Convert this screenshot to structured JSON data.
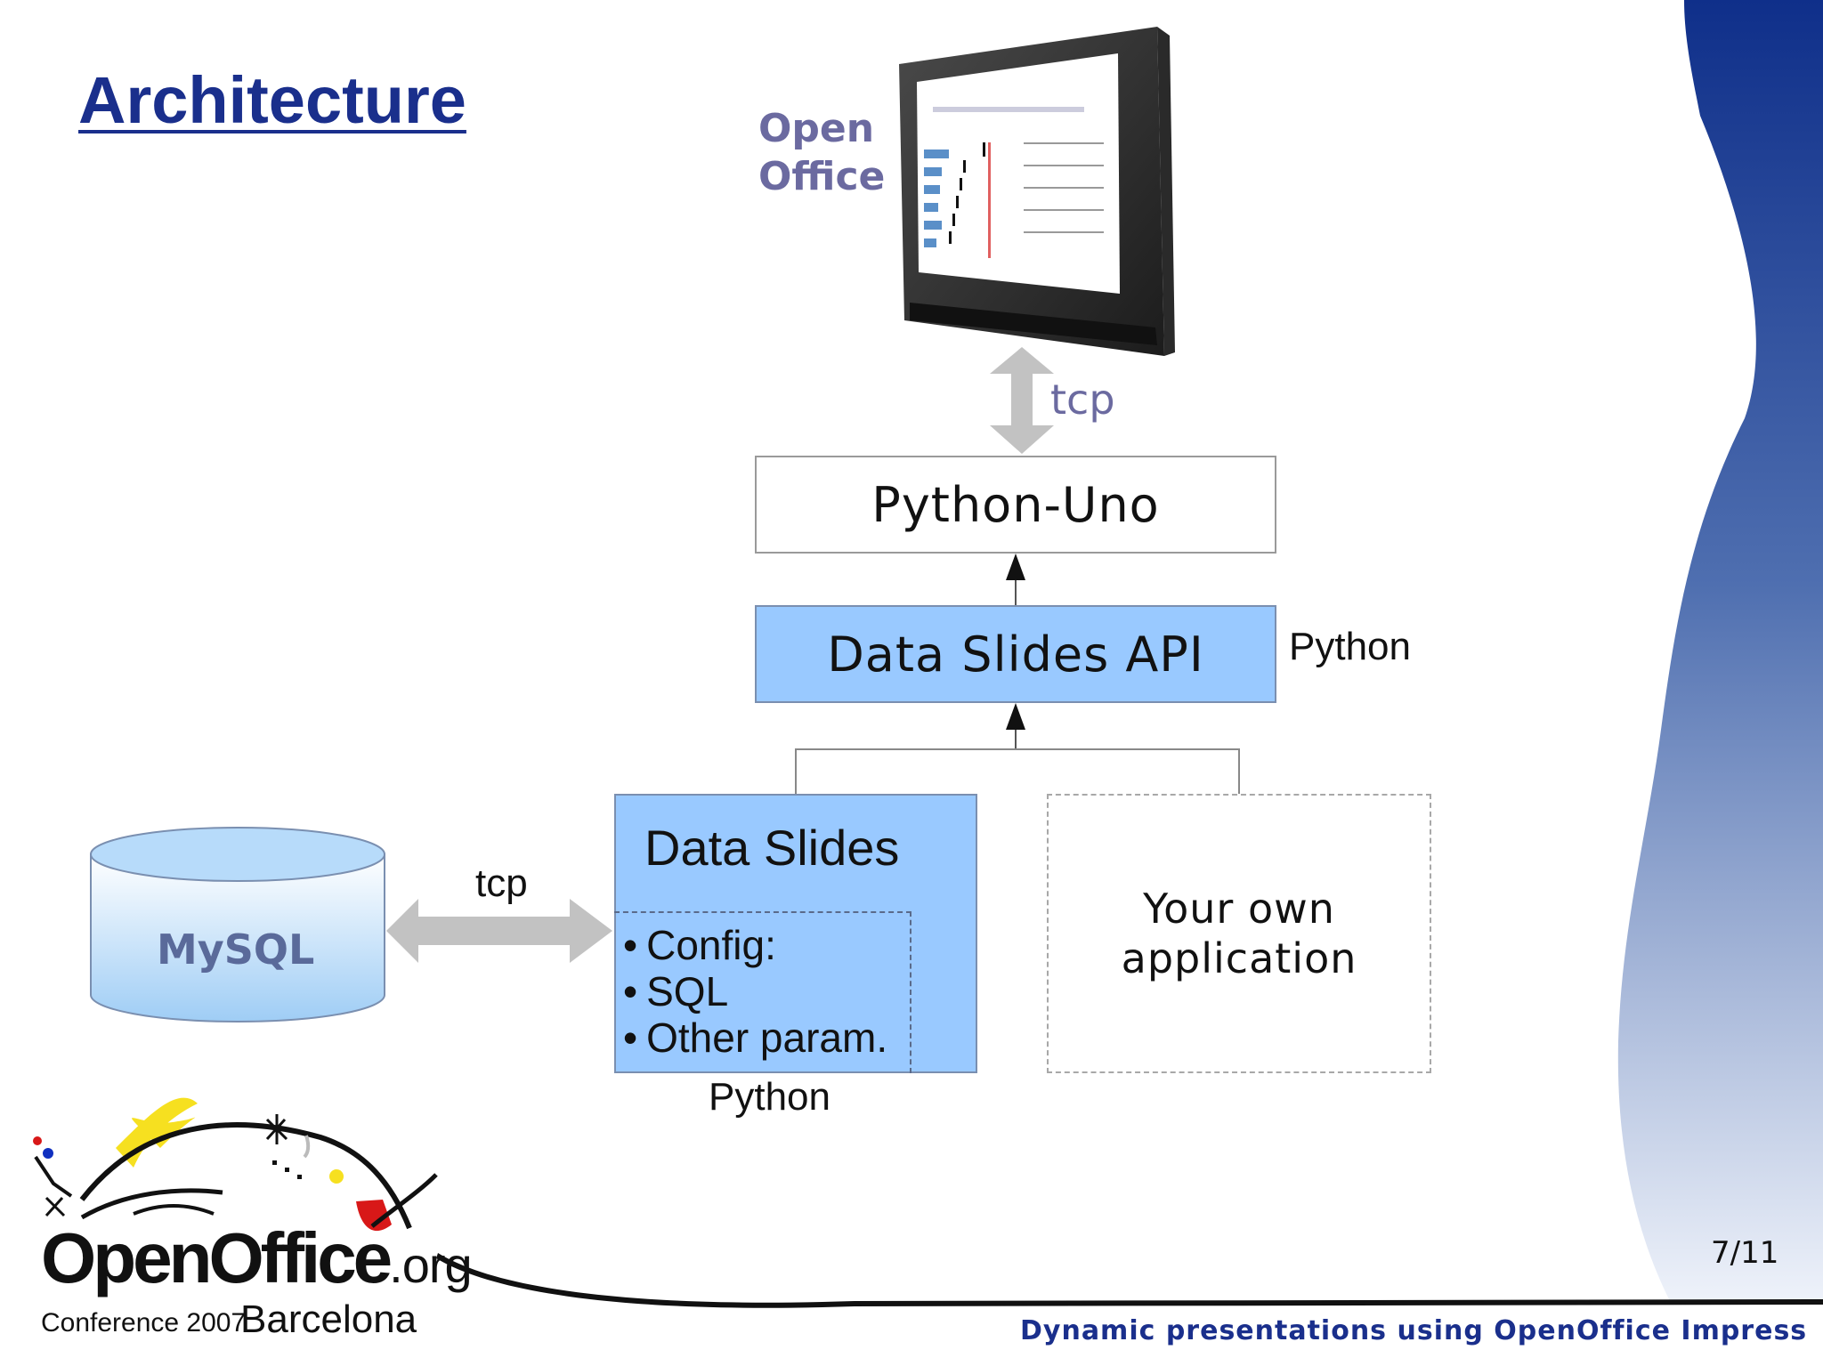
{
  "slide": {
    "title": "Architecture",
    "page_number": "7/11",
    "footer": "Dynamic presentations using OpenOffice Impress"
  },
  "diagram": {
    "openoffice_label_line1": "Open",
    "openoffice_label_line2": "Office",
    "tcp_top": "tcp",
    "python_uno": "Python-Uno",
    "data_slides_api": "Data Slides API",
    "python_right": "Python",
    "data_slides": "Data Slides",
    "config_items": [
      "Config:",
      "SQL",
      "Other param."
    ],
    "python_bottom": "Python",
    "own_app_line1": "Your own",
    "own_app_line2": "application",
    "tcp_left": "tcp",
    "mysql": "MySQL"
  },
  "logo": {
    "word_open": "OpenOffice",
    "word_org": ".org",
    "conference": "Conference 2007",
    "city": "Barcelona"
  },
  "colors": {
    "title": "#1a2f8c",
    "box_fill": "#99c9ff",
    "label_purple": "#6b6aa0",
    "side_band": "#1a3a8f"
  }
}
